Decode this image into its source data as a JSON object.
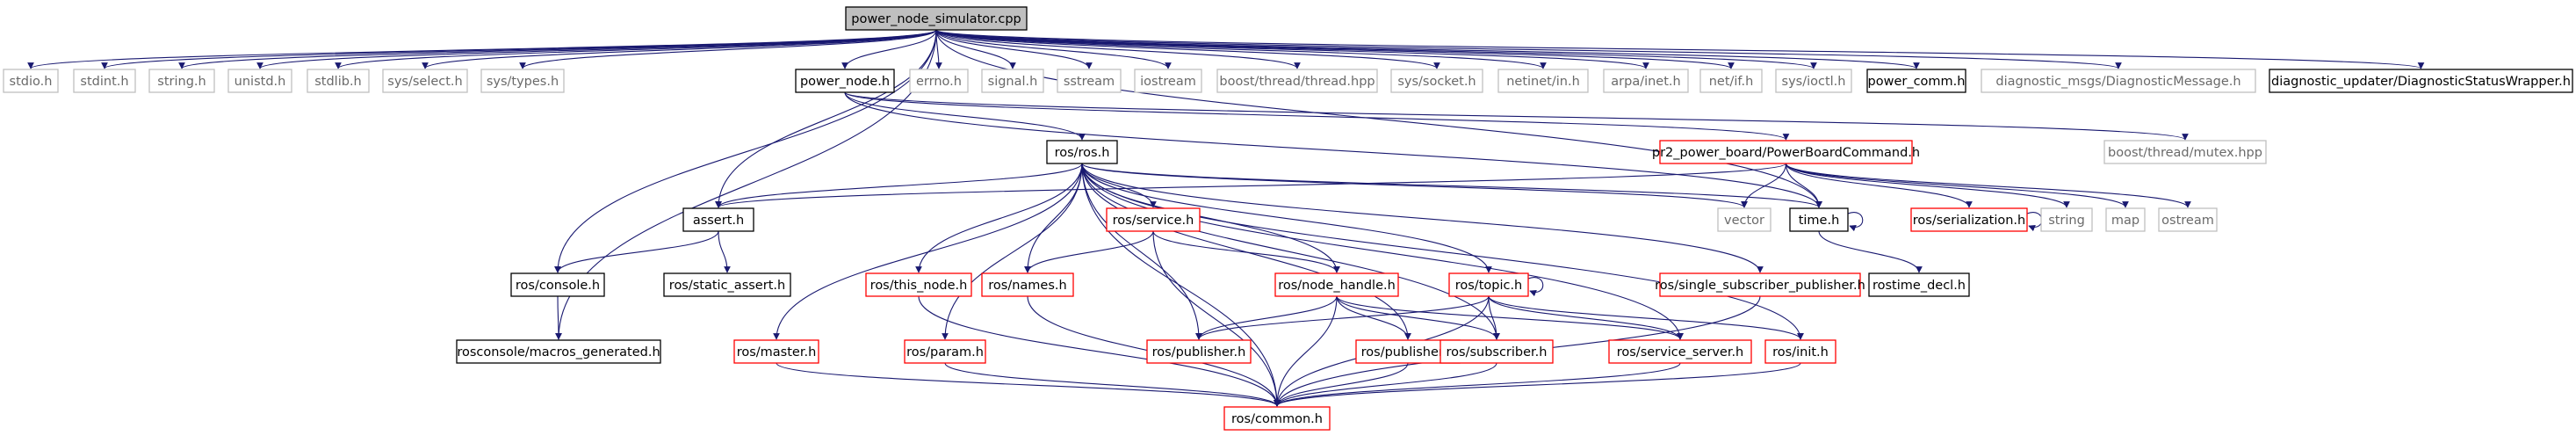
{
  "colors": {
    "edge": "#191970",
    "root_fill": "#bfbfbf",
    "box_black": "#000000",
    "box_red": "#ff0000",
    "box_gray": "#bfbfbf",
    "text_dark": "#000000",
    "text_gray": "#6a6a6a"
  },
  "nodes": [
    {
      "id": "root",
      "label": "power_node_simulator.cpp",
      "style": "root"
    },
    {
      "id": "stdio",
      "label": "stdio.h",
      "style": "gray"
    },
    {
      "id": "stdint",
      "label": "stdint.h",
      "style": "gray"
    },
    {
      "id": "string_h",
      "label": "string.h",
      "style": "gray"
    },
    {
      "id": "unistd",
      "label": "unistd.h",
      "style": "gray"
    },
    {
      "id": "stdlib",
      "label": "stdlib.h",
      "style": "gray"
    },
    {
      "id": "sysselect",
      "label": "sys/select.h",
      "style": "gray"
    },
    {
      "id": "systypes",
      "label": "sys/types.h",
      "style": "gray"
    },
    {
      "id": "power_node",
      "label": "power_node.h",
      "style": "black"
    },
    {
      "id": "errno",
      "label": "errno.h",
      "style": "gray"
    },
    {
      "id": "signal",
      "label": "signal.h",
      "style": "gray"
    },
    {
      "id": "sstream",
      "label": "sstream",
      "style": "gray"
    },
    {
      "id": "iostream",
      "label": "iostream",
      "style": "gray"
    },
    {
      "id": "boostthread",
      "label": "boost/thread/thread.hpp",
      "style": "gray"
    },
    {
      "id": "syssocket",
      "label": "sys/socket.h",
      "style": "gray"
    },
    {
      "id": "netinet",
      "label": "netinet/in.h",
      "style": "gray"
    },
    {
      "id": "arpainet",
      "label": "arpa/inet.h",
      "style": "gray"
    },
    {
      "id": "netif",
      "label": "net/if.h",
      "style": "gray"
    },
    {
      "id": "sysioctl",
      "label": "sys/ioctl.h",
      "style": "gray"
    },
    {
      "id": "power_comm",
      "label": "power_comm.h",
      "style": "black"
    },
    {
      "id": "diagmsg",
      "label": "diagnostic_msgs/DiagnosticMessage.h",
      "style": "gray"
    },
    {
      "id": "diagupd",
      "label": "diagnostic_updater/DiagnosticStatusWrapper.h",
      "style": "black"
    },
    {
      "id": "rosros",
      "label": "ros/ros.h",
      "style": "black"
    },
    {
      "id": "pbc",
      "label": "pr2_power_board/PowerBoardCommand.h",
      "style": "red"
    },
    {
      "id": "mutex",
      "label": "boost/thread/mutex.hpp",
      "style": "gray"
    },
    {
      "id": "assert",
      "label": "assert.h",
      "style": "black"
    },
    {
      "id": "rosservice",
      "label": "ros/service.h",
      "style": "red"
    },
    {
      "id": "vector",
      "label": "vector",
      "style": "gray"
    },
    {
      "id": "time",
      "label": "time.h",
      "style": "black"
    },
    {
      "id": "rosserial",
      "label": "ros/serialization.h",
      "style": "red"
    },
    {
      "id": "string",
      "label": "string",
      "style": "gray"
    },
    {
      "id": "map",
      "label": "map",
      "style": "gray"
    },
    {
      "id": "ostream",
      "label": "ostream",
      "style": "gray"
    },
    {
      "id": "rosconsole",
      "label": "ros/console.h",
      "style": "black"
    },
    {
      "id": "staticassert",
      "label": "ros/static_assert.h",
      "style": "black"
    },
    {
      "id": "thisnode",
      "label": "ros/this_node.h",
      "style": "red"
    },
    {
      "id": "names",
      "label": "ros/names.h",
      "style": "red"
    },
    {
      "id": "nodehandle",
      "label": "ros/node_handle.h",
      "style": "red"
    },
    {
      "id": "topic",
      "label": "ros/topic.h",
      "style": "red"
    },
    {
      "id": "ssp",
      "label": "ros/single_subscriber_publisher.h",
      "style": "red"
    },
    {
      "id": "rostime",
      "label": "rostime_decl.h",
      "style": "black"
    },
    {
      "id": "macros",
      "label": "rosconsole/macros_generated.h",
      "style": "black"
    },
    {
      "id": "master",
      "label": "ros/master.h",
      "style": "red"
    },
    {
      "id": "param",
      "label": "ros/param.h",
      "style": "red"
    },
    {
      "id": "pub1",
      "label": "ros/publisher.h",
      "style": "red"
    },
    {
      "id": "pub2",
      "label": "ros/publisher.h",
      "style": "red"
    },
    {
      "id": "subscriber",
      "label": "ros/subscriber.h",
      "style": "red"
    },
    {
      "id": "servserver",
      "label": "ros/service_server.h",
      "style": "red"
    },
    {
      "id": "init",
      "label": "ros/init.h",
      "style": "red"
    },
    {
      "id": "common",
      "label": "ros/common.h",
      "style": "red"
    }
  ],
  "edges": [
    [
      "root",
      "stdio"
    ],
    [
      "root",
      "stdint"
    ],
    [
      "root",
      "string_h"
    ],
    [
      "root",
      "unistd"
    ],
    [
      "root",
      "stdlib"
    ],
    [
      "root",
      "sysselect"
    ],
    [
      "root",
      "systypes"
    ],
    [
      "root",
      "power_node"
    ],
    [
      "root",
      "errno"
    ],
    [
      "root",
      "signal"
    ],
    [
      "root",
      "sstream"
    ],
    [
      "root",
      "iostream"
    ],
    [
      "root",
      "boostthread"
    ],
    [
      "root",
      "syssocket"
    ],
    [
      "root",
      "netinet"
    ],
    [
      "root",
      "arpainet"
    ],
    [
      "root",
      "netif"
    ],
    [
      "root",
      "sysioctl"
    ],
    [
      "root",
      "power_comm"
    ],
    [
      "root",
      "diagmsg"
    ],
    [
      "root",
      "diagupd"
    ],
    [
      "root",
      "assert"
    ],
    [
      "root",
      "rosconsole"
    ],
    [
      "root",
      "macros"
    ],
    [
      "root",
      "time"
    ],
    [
      "power_node",
      "rosros"
    ],
    [
      "power_node",
      "pbc"
    ],
    [
      "power_node",
      "mutex"
    ],
    [
      "power_node",
      "time"
    ],
    [
      "rosros",
      "assert"
    ],
    [
      "rosros",
      "rosservice"
    ],
    [
      "rosros",
      "vector"
    ],
    [
      "rosros",
      "time"
    ],
    [
      "rosros",
      "thisnode"
    ],
    [
      "rosros",
      "names"
    ],
    [
      "rosros",
      "nodehandle"
    ],
    [
      "rosros",
      "topic"
    ],
    [
      "rosros",
      "ssp"
    ],
    [
      "rosros",
      "master"
    ],
    [
      "rosros",
      "param"
    ],
    [
      "rosros",
      "pub1"
    ],
    [
      "rosros",
      "pub2"
    ],
    [
      "rosros",
      "subscriber"
    ],
    [
      "rosros",
      "servserver"
    ],
    [
      "rosros",
      "init"
    ],
    [
      "rosros",
      "common"
    ],
    [
      "pbc",
      "assert"
    ],
    [
      "pbc",
      "vector"
    ],
    [
      "pbc",
      "time"
    ],
    [
      "pbc",
      "rosserial"
    ],
    [
      "pbc",
      "string"
    ],
    [
      "pbc",
      "map"
    ],
    [
      "pbc",
      "ostream"
    ],
    [
      "assert",
      "rosconsole"
    ],
    [
      "assert",
      "staticassert"
    ],
    [
      "rosconsole",
      "macros"
    ],
    [
      "time",
      "time"
    ],
    [
      "time",
      "rostime"
    ],
    [
      "rosserial",
      "rosserial"
    ],
    [
      "rosservice",
      "names"
    ],
    [
      "rosservice",
      "nodehandle"
    ],
    [
      "rosservice",
      "common"
    ],
    [
      "thisnode",
      "common"
    ],
    [
      "names",
      "common"
    ],
    [
      "nodehandle",
      "pub1"
    ],
    [
      "nodehandle",
      "pub2"
    ],
    [
      "nodehandle",
      "subscriber"
    ],
    [
      "nodehandle",
      "servserver"
    ],
    [
      "nodehandle",
      "common"
    ],
    [
      "topic",
      "topic"
    ],
    [
      "topic",
      "pub1"
    ],
    [
      "topic",
      "subscriber"
    ],
    [
      "topic",
      "servserver"
    ],
    [
      "topic",
      "init"
    ],
    [
      "topic",
      "common"
    ],
    [
      "ssp",
      "common"
    ],
    [
      "master",
      "common"
    ],
    [
      "param",
      "common"
    ],
    [
      "pub2",
      "common"
    ],
    [
      "subscriber",
      "common"
    ],
    [
      "servserver",
      "common"
    ],
    [
      "init",
      "common"
    ]
  ]
}
